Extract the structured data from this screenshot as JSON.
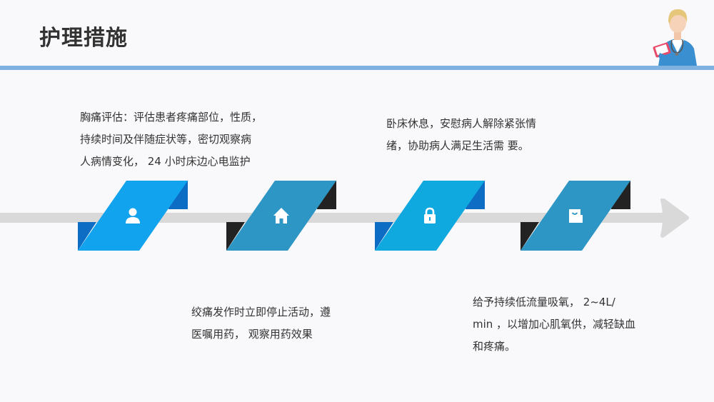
{
  "header": {
    "title": "护理措施"
  },
  "colors": {
    "header_bar": "#7fb2e0",
    "arrow": "#d9d9d9",
    "step1_main": "#11a3ee",
    "step1_side": "#0d6cc4",
    "step2_main": "#2e96c4",
    "step2_side": "#222222",
    "step3_main": "#0fa9e0",
    "step3_side": "#0d6cc4",
    "step4_main": "#2e96c4",
    "step4_side": "#222222",
    "text": "#333333"
  },
  "steps": [
    {
      "icon": "user-icon"
    },
    {
      "icon": "home-icon"
    },
    {
      "icon": "lock-icon"
    },
    {
      "icon": "shopping-bag-icon"
    }
  ],
  "notes": {
    "chest_pain": {
      "lines": [
        "胸痛评估：评估患者疼痛部位，性质，",
        "持续时间及伴随症状等，密切观察病",
        "人病情变化， 24 小时床边心电监护"
      ]
    },
    "bed_rest": {
      "lines": [
        "卧床休息，安慰病人解除紧张情",
        "绪，协助病人满足生活需 要。"
      ]
    },
    "angina": {
      "lines": [
        "绞痛发作时立即停止活动，遵",
        "医嘱用药， 观察用药效果"
      ]
    },
    "oxygen": {
      "lines": [
        "给予持续低流量吸氧， 2~4L/",
        "min ，以增加心肌氧供，减轻缺血",
        "和疼痛。"
      ]
    }
  }
}
